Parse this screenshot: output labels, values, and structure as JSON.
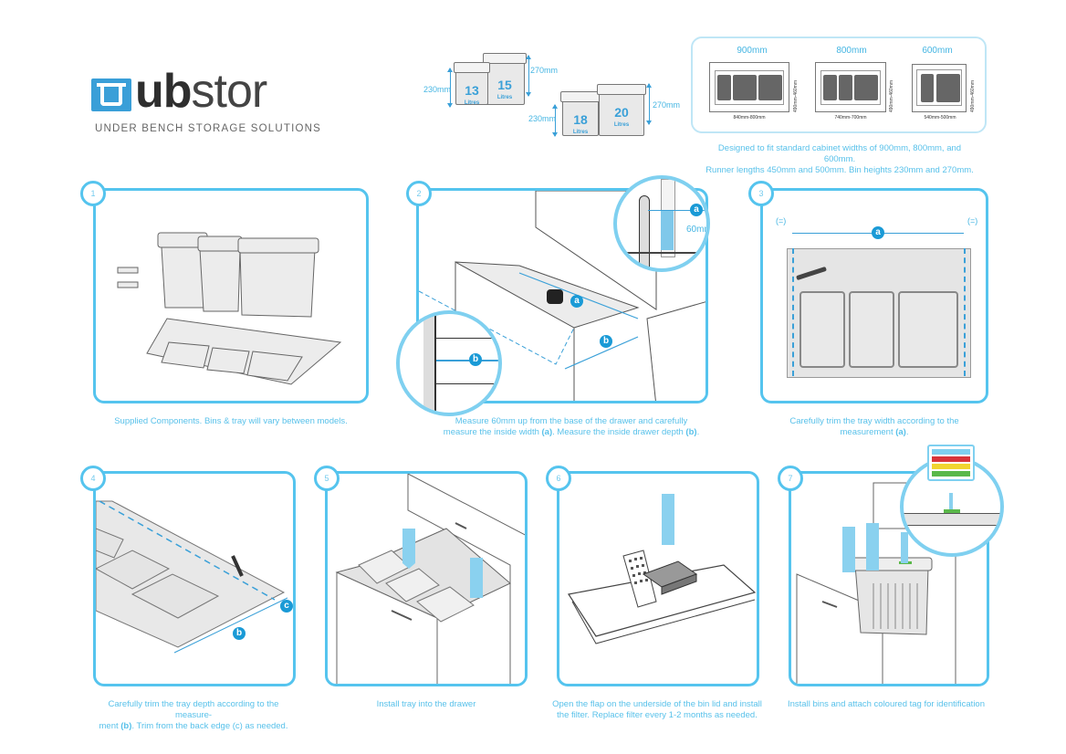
{
  "brand": {
    "logo_bold": "ub",
    "logo_light": "stor",
    "tagline": "UNDER BENCH STORAGE SOLUTIONS",
    "accent_color": "#3a9fd8",
    "panel_border_color": "#55c4ee",
    "caption_color": "#58c1ea"
  },
  "bins": {
    "set_small": {
      "bins": [
        {
          "volume": "13",
          "unit": "Litres"
        },
        {
          "volume": "15",
          "unit": "Litres"
        }
      ],
      "height_short": "230mm",
      "height_tall": "270mm"
    },
    "set_large": {
      "bins": [
        {
          "volume": "18",
          "unit": "Litres"
        },
        {
          "volume": "20",
          "unit": "Litres"
        }
      ],
      "height_short": "230mm",
      "height_tall": "270mm"
    }
  },
  "cabinet_sizes": [
    {
      "label": "900mm",
      "width_range": "840mm-800mm",
      "depth_range": "490mm-460mm",
      "bins": 3
    },
    {
      "label": "800mm",
      "width_range": "740mm-700mm",
      "depth_range": "490mm-460mm",
      "bins": 3
    },
    {
      "label": "600mm",
      "width_range": "540mm-500mm",
      "depth_range": "490mm-460mm",
      "bins": 2
    }
  ],
  "sizes_note_line1": "Designed to fit standard cabinet widths of 900mm, 800mm, and 600mm.",
  "sizes_note_line2": "Runner lengths 450mm and 500mm. Bin heights 230mm and 270mm.",
  "steps": [
    {
      "number": "1",
      "caption": "Supplied Components. Bins & tray will vary between models."
    },
    {
      "number": "2",
      "caption_1": "Measure 60mm up from the base of the drawer and carefully",
      "caption_2a": "measure the inside width ",
      "caption_2b": "(a)",
      "caption_2c": ". Measure the inside drawer depth ",
      "caption_2d": "(b)",
      "caption_2e": ".",
      "zoom_measure": "60mm",
      "label_a": "a",
      "label_b": "b"
    },
    {
      "number": "3",
      "caption_1": "Carefully trim the tray width according to the",
      "caption_2a": "measurement ",
      "caption_2b": "(a)",
      "caption_2c": ".",
      "label_a": "a",
      "equal_left": "(=)",
      "equal_right": "(=)"
    },
    {
      "number": "4",
      "caption_1": "Carefully trim the tray depth according to the measure-",
      "caption_2a": "ment ",
      "caption_2b": "(b)",
      "caption_2c": ". Trim from the back edge (c) as needed.",
      "label_b": "b",
      "label_c": "c"
    },
    {
      "number": "5",
      "caption": "Install tray into the drawer"
    },
    {
      "number": "6",
      "caption_1": "Open the flap on the underside of the bin lid and install",
      "caption_2": "the filter. Replace filter every 1-2 months as needed."
    },
    {
      "number": "7",
      "caption": "Install bins and attach coloured tag for identification",
      "tag_colors": [
        "#7fd0f0",
        "#d8343a",
        "#f1d52f",
        "#5ab84a"
      ]
    }
  ]
}
